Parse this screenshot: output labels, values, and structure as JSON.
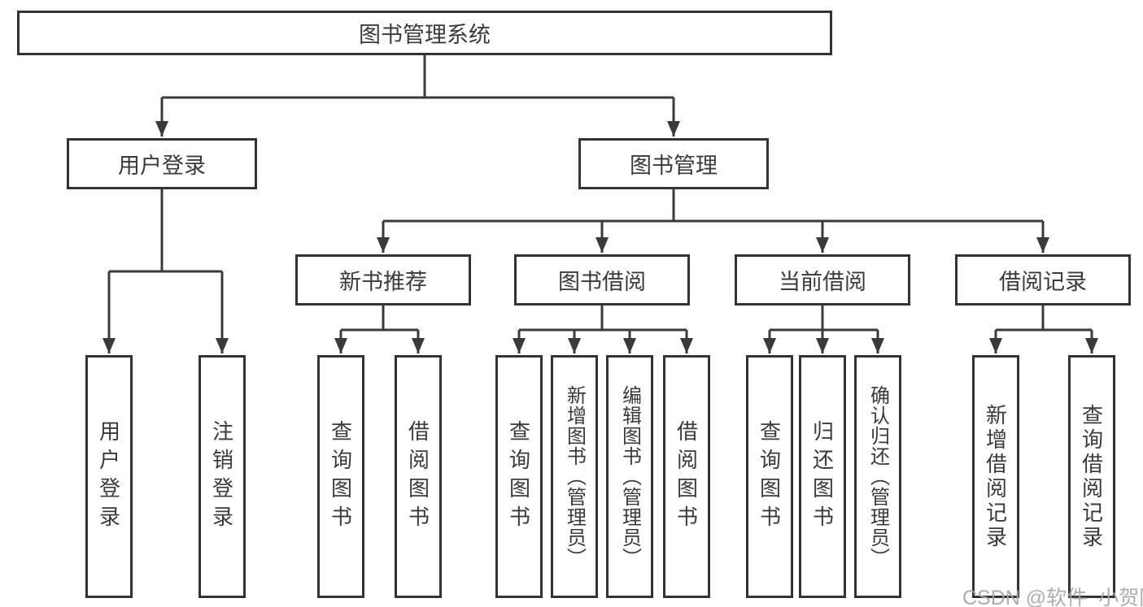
{
  "diagram": {
    "root": {
      "label": "图书管理系统"
    },
    "branches": [
      {
        "label": "用户登录",
        "children": [
          {
            "label": "用户登录"
          },
          {
            "label": "注销登录"
          }
        ]
      },
      {
        "label": "图书管理",
        "children": [
          {
            "label": "新书推荐",
            "children": [
              {
                "label": "查询图书"
              },
              {
                "label": "借阅图书"
              }
            ]
          },
          {
            "label": "图书借阅",
            "children": [
              {
                "label": "查询图书"
              },
              {
                "label": "新增图书（管理员）"
              },
              {
                "label": "编辑图书（管理员）"
              },
              {
                "label": "借阅图书"
              }
            ]
          },
          {
            "label": "当前借阅",
            "children": [
              {
                "label": "查询图书"
              },
              {
                "label": "归还图书"
              },
              {
                "label": "确认归还（管理员）"
              }
            ]
          },
          {
            "label": "借阅记录",
            "children": [
              {
                "label": "新增借阅记录"
              },
              {
                "label": "查询借阅记录"
              }
            ]
          }
        ]
      }
    ]
  },
  "watermark": {
    "text": "CSDN @软件_小贺同学"
  },
  "colors": {
    "background": "#ffffff",
    "box_border": "#333333",
    "connector": "#3a3a3a",
    "text": "#3a3a3c",
    "watermark": "#a4a4a8"
  }
}
